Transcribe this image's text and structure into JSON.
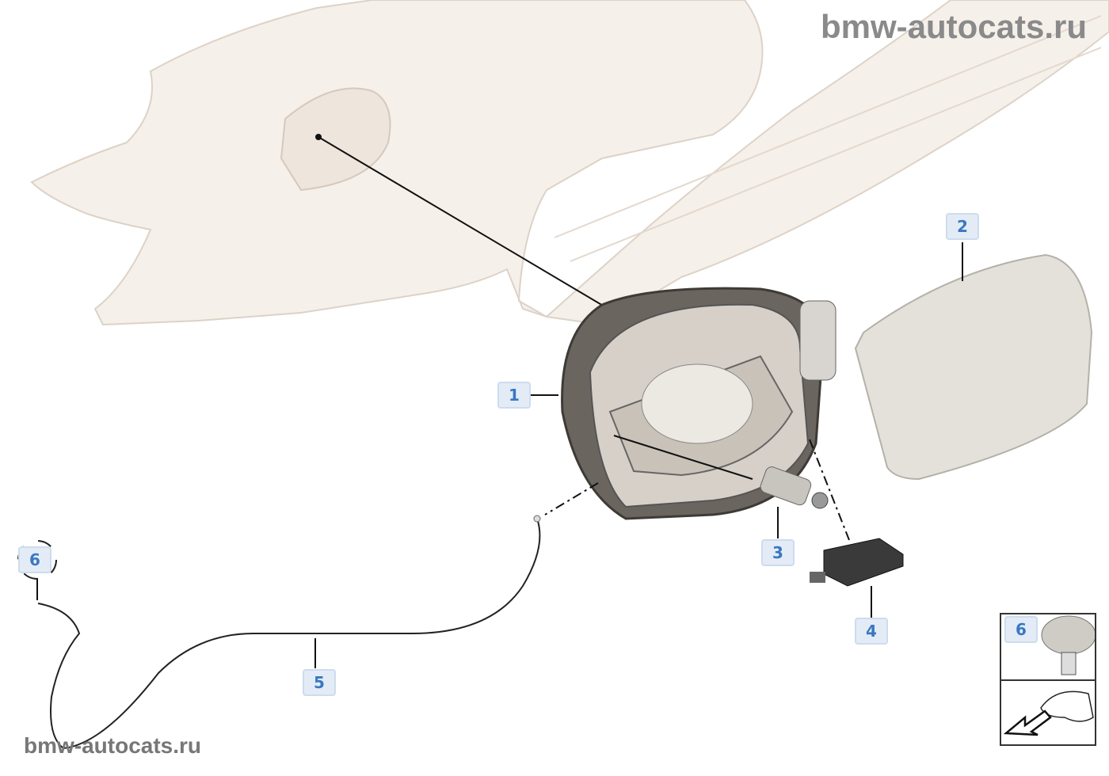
{
  "watermarks": {
    "top": "bmw-autocats.ru",
    "bottom": "bmw-autocats.ru"
  },
  "labels": [
    {
      "id": "1",
      "text": "1",
      "part": "fuel-filler-flap-housing"
    },
    {
      "id": "2",
      "text": "2",
      "part": "fuel-filler-flap"
    },
    {
      "id": "3",
      "text": "3",
      "part": "actuator-pin"
    },
    {
      "id": "4",
      "text": "4",
      "part": "actuator"
    },
    {
      "id": "5",
      "text": "5",
      "part": "emergency-release-cable"
    },
    {
      "id": "6",
      "text": "6",
      "part": "expanding-rivet"
    }
  ],
  "inset": {
    "label": "6"
  },
  "colors": {
    "label_bg": "#e3ecf6",
    "label_text": "#3a78c0",
    "body": "#f6f0ea"
  }
}
